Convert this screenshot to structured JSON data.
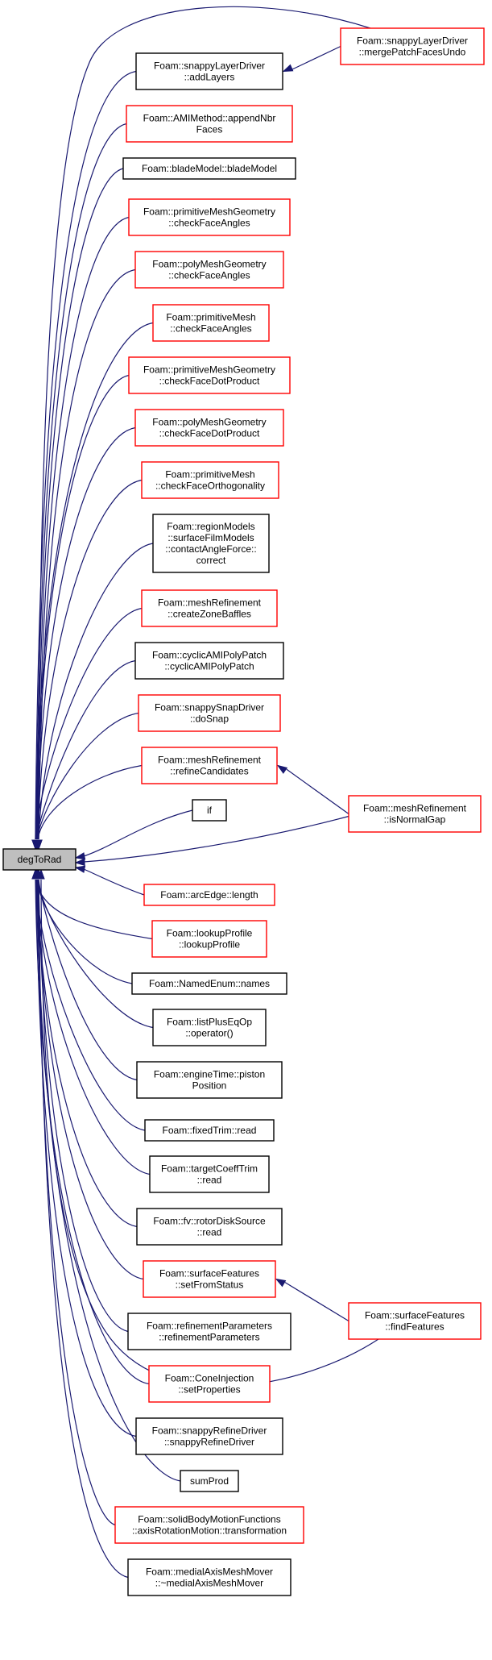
{
  "root": {
    "id": "root",
    "lines": [
      "degToRad"
    ]
  },
  "nodes": [
    {
      "id": "n_addLayers",
      "lines": [
        "Foam::snappyLayerDriver",
        "::addLayers"
      ],
      "style": "black"
    },
    {
      "id": "n_appendNbrFaces",
      "lines": [
        "Foam::AMIMethod::appendNbr",
        "Faces"
      ],
      "style": "red"
    },
    {
      "id": "n_bladeModel",
      "lines": [
        "Foam::bladeModel::bladeModel"
      ],
      "style": "black"
    },
    {
      "id": "n_cfa_pmg",
      "lines": [
        "Foam::primitiveMeshGeometry",
        "::checkFaceAngles"
      ],
      "style": "red"
    },
    {
      "id": "n_cfa_polymg",
      "lines": [
        "Foam::polyMeshGeometry",
        "::checkFaceAngles"
      ],
      "style": "red"
    },
    {
      "id": "n_cfa_pm",
      "lines": [
        "Foam::primitiveMesh",
        "::checkFaceAngles"
      ],
      "style": "red"
    },
    {
      "id": "n_cfdp_pmg",
      "lines": [
        "Foam::primitiveMeshGeometry",
        "::checkFaceDotProduct"
      ],
      "style": "red"
    },
    {
      "id": "n_cfdp_polymg",
      "lines": [
        "Foam::polyMeshGeometry",
        "::checkFaceDotProduct"
      ],
      "style": "red"
    },
    {
      "id": "n_cfo_pm",
      "lines": [
        "Foam::primitiveMesh",
        "::checkFaceOrthogonality"
      ],
      "style": "red"
    },
    {
      "id": "n_correct",
      "lines": [
        "Foam::regionModels",
        "::surfaceFilmModels",
        "::contactAngleForce::",
        "correct"
      ],
      "style": "black"
    },
    {
      "id": "n_createZoneBaffles",
      "lines": [
        "Foam::meshRefinement",
        "::createZoneBaffles"
      ],
      "style": "red"
    },
    {
      "id": "n_cyclicAMI",
      "lines": [
        "Foam::cyclicAMIPolyPatch",
        "::cyclicAMIPolyPatch"
      ],
      "style": "black"
    },
    {
      "id": "n_doSnap",
      "lines": [
        "Foam::snappySnapDriver",
        "::doSnap"
      ],
      "style": "red"
    },
    {
      "id": "n_refineCandidates",
      "lines": [
        "Foam::meshRefinement",
        "::refineCandidates"
      ],
      "style": "red"
    },
    {
      "id": "n_if",
      "lines": [
        "if"
      ],
      "style": "black"
    },
    {
      "id": "n_length",
      "lines": [
        "Foam::arcEdge::length"
      ],
      "style": "red"
    },
    {
      "id": "n_lookupProfile",
      "lines": [
        "Foam::lookupProfile",
        "::lookupProfile"
      ],
      "style": "red"
    },
    {
      "id": "n_names",
      "lines": [
        "Foam::NamedEnum::names"
      ],
      "style": "black"
    },
    {
      "id": "n_operator",
      "lines": [
        "Foam::listPlusEqOp",
        "::operator()"
      ],
      "style": "black"
    },
    {
      "id": "n_piston",
      "lines": [
        "Foam::engineTime::piston",
        "Position"
      ],
      "style": "black"
    },
    {
      "id": "n_fixedTrim",
      "lines": [
        "Foam::fixedTrim::read"
      ],
      "style": "black"
    },
    {
      "id": "n_targetCoeff",
      "lines": [
        "Foam::targetCoeffTrim",
        "::read"
      ],
      "style": "black"
    },
    {
      "id": "n_rotorDisk",
      "lines": [
        "Foam::fv::rotorDiskSource",
        "::read"
      ],
      "style": "black"
    },
    {
      "id": "n_setFromStatus",
      "lines": [
        "Foam::surfaceFeatures",
        "::setFromStatus"
      ],
      "style": "red"
    },
    {
      "id": "n_refParams",
      "lines": [
        "Foam::refinementParameters",
        "::refinementParameters"
      ],
      "style": "black"
    },
    {
      "id": "n_setProperties",
      "lines": [
        "Foam::ConeInjection",
        "::setProperties"
      ],
      "style": "red"
    },
    {
      "id": "n_snappyRefine",
      "lines": [
        "Foam::snappyRefineDriver",
        "::snappyRefineDriver"
      ],
      "style": "black"
    },
    {
      "id": "n_sumProd",
      "lines": [
        "sumProd"
      ],
      "style": "black"
    },
    {
      "id": "n_transformation",
      "lines": [
        "Foam::solidBodyMotionFunctions",
        "::axisRotationMotion::transformation"
      ],
      "style": "red"
    },
    {
      "id": "n_medialAxis",
      "lines": [
        "Foam::medialAxisMeshMover",
        "::~medialAxisMeshMover"
      ],
      "style": "black"
    },
    {
      "id": "n_mergePatch",
      "lines": [
        "Foam::snappyLayerDriver",
        "::mergePatchFacesUndo"
      ],
      "style": "red"
    },
    {
      "id": "n_isNormalGap",
      "lines": [
        "Foam::meshRefinement",
        "::isNormalGap"
      ],
      "style": "red"
    },
    {
      "id": "n_findFeatures",
      "lines": [
        "Foam::surfaceFeatures",
        "::findFeatures"
      ],
      "style": "red"
    }
  ],
  "edges": [
    {
      "from": "n_addLayers",
      "to": "root"
    },
    {
      "from": "n_appendNbrFaces",
      "to": "root"
    },
    {
      "from": "n_bladeModel",
      "to": "root"
    },
    {
      "from": "n_cfa_pmg",
      "to": "root"
    },
    {
      "from": "n_cfa_polymg",
      "to": "root"
    },
    {
      "from": "n_cfa_pm",
      "to": "root"
    },
    {
      "from": "n_cfdp_pmg",
      "to": "root"
    },
    {
      "from": "n_cfdp_polymg",
      "to": "root"
    },
    {
      "from": "n_cfo_pm",
      "to": "root"
    },
    {
      "from": "n_correct",
      "to": "root"
    },
    {
      "from": "n_createZoneBaffles",
      "to": "root"
    },
    {
      "from": "n_cyclicAMI",
      "to": "root"
    },
    {
      "from": "n_doSnap",
      "to": "root"
    },
    {
      "from": "n_refineCandidates",
      "to": "root"
    },
    {
      "from": "n_if",
      "to": "root"
    },
    {
      "from": "n_length",
      "to": "root"
    },
    {
      "from": "n_lookupProfile",
      "to": "root"
    },
    {
      "from": "n_names",
      "to": "root"
    },
    {
      "from": "n_operator",
      "to": "root"
    },
    {
      "from": "n_piston",
      "to": "root"
    },
    {
      "from": "n_fixedTrim",
      "to": "root"
    },
    {
      "from": "n_targetCoeff",
      "to": "root"
    },
    {
      "from": "n_rotorDisk",
      "to": "root"
    },
    {
      "from": "n_setFromStatus",
      "to": "root"
    },
    {
      "from": "n_refParams",
      "to": "root"
    },
    {
      "from": "n_setProperties",
      "to": "root"
    },
    {
      "from": "n_snappyRefine",
      "to": "root"
    },
    {
      "from": "n_sumProd",
      "to": "root"
    },
    {
      "from": "n_transformation",
      "to": "root"
    },
    {
      "from": "n_medialAxis",
      "to": "root"
    },
    {
      "from": "n_mergePatch",
      "to": "root"
    },
    {
      "from": "n_mergePatch",
      "to": "n_addLayers"
    },
    {
      "from": "n_isNormalGap",
      "to": "root"
    },
    {
      "from": "n_isNormalGap",
      "to": "n_refineCandidates"
    },
    {
      "from": "n_findFeatures",
      "to": "root"
    },
    {
      "from": "n_findFeatures",
      "to": "n_setFromStatus"
    }
  ],
  "colors": {
    "edge": "#191970",
    "caller_with_more": "#ff0000",
    "plain": "#000000",
    "root_fill": "#bfbfbf"
  }
}
